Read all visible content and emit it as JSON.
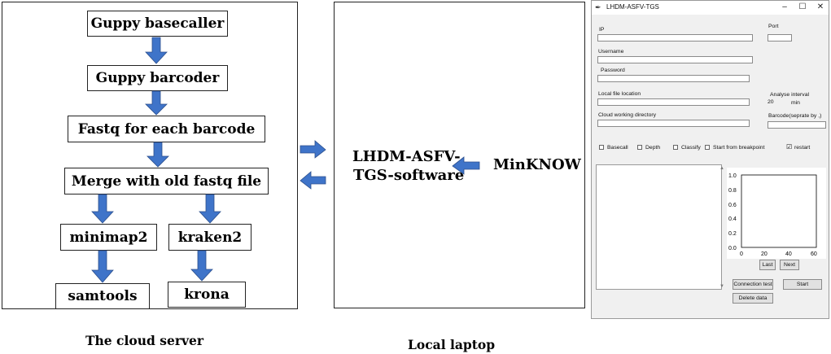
{
  "cloud": {
    "caption": "The cloud server",
    "nodes": {
      "basecaller": "Guppy basecaller",
      "barcoder": "Guppy barcoder",
      "fastq": "Fastq for each barcode",
      "merge": "Merge with old fastq file",
      "minimap2": "minimap2",
      "kraken2": "kraken2",
      "samtools": "samtools",
      "krona": "krona"
    }
  },
  "laptop": {
    "caption": "Local laptop",
    "software_line1": "LHDM-ASFV-",
    "software_line2": "TGS-software",
    "minknow": "MinKNOW"
  },
  "app": {
    "title": "LHDM-ASFV-TGS",
    "icon": "feather-icon",
    "window_buttons": {
      "minimize": "–",
      "maximize": "☐",
      "close": "✕"
    },
    "fields": {
      "ip_label": "IP",
      "port_label": "Port",
      "username_label": "Username",
      "password_label": "Password",
      "local_file_label": "Local file location",
      "analyse_interval_label": "Analyse interval",
      "analyse_interval_value": "20",
      "analyse_interval_unit": "min",
      "cloud_dir_label": "Cloud working directory",
      "barcode_label": "Barcode(seprate by ,)"
    },
    "checkboxes": [
      {
        "label": "Basecall",
        "checked": false
      },
      {
        "label": "Depth",
        "checked": false
      },
      {
        "label": "Classify",
        "checked": false
      },
      {
        "label": "Start from breakpoint",
        "checked": false
      },
      {
        "label": "restart",
        "checked": true,
        "mark": "☑"
      }
    ],
    "plot_ticks": {
      "y": [
        "1.0",
        "0.8",
        "0.6",
        "0.4",
        "0.2",
        "0.0"
      ],
      "x": [
        "0",
        "20",
        "40",
        "60"
      ]
    },
    "buttons": {
      "last": "Last",
      "next": "Next",
      "connection_test": "Connection test",
      "start": "Start",
      "delete_data": "Delete data"
    }
  }
}
